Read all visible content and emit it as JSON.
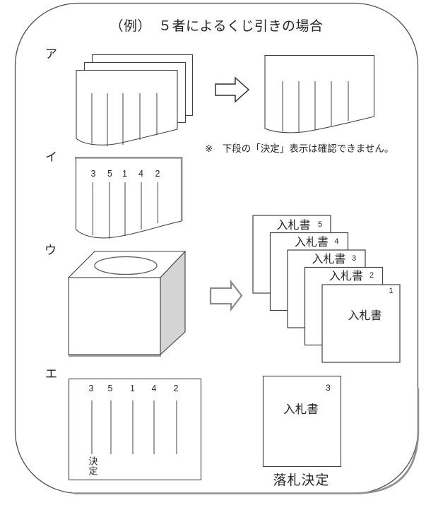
{
  "title": "（例）　５者によるくじ引きの場合",
  "note": "※　下段の「決定」表示は確認できません。",
  "sections": {
    "a": {
      "label": "ア"
    },
    "i": {
      "label": "イ",
      "lot_numbers": [
        "3",
        "5",
        "1",
        "4",
        "2"
      ]
    },
    "u": {
      "label": "ウ"
    },
    "e": {
      "label": "エ",
      "lot_numbers": [
        "3",
        "5",
        "1",
        "4",
        "2"
      ],
      "decision_label": "決定"
    }
  },
  "bid_stack": {
    "papers": [
      {
        "label": "入札書",
        "number": "5"
      },
      {
        "label": "入札書",
        "number": "4"
      },
      {
        "label": "入札書",
        "number": "3"
      },
      {
        "label": "入札書",
        "number": "2"
      },
      {
        "label": "入札書",
        "number": "1"
      }
    ]
  },
  "result": {
    "number": "3",
    "label": "入札書",
    "caption": "落札決定"
  },
  "colors": {
    "line": "#404040",
    "shadow": "#8f8f8f",
    "box_side_fill": "#d4d4d4",
    "background": "#ffffff"
  }
}
